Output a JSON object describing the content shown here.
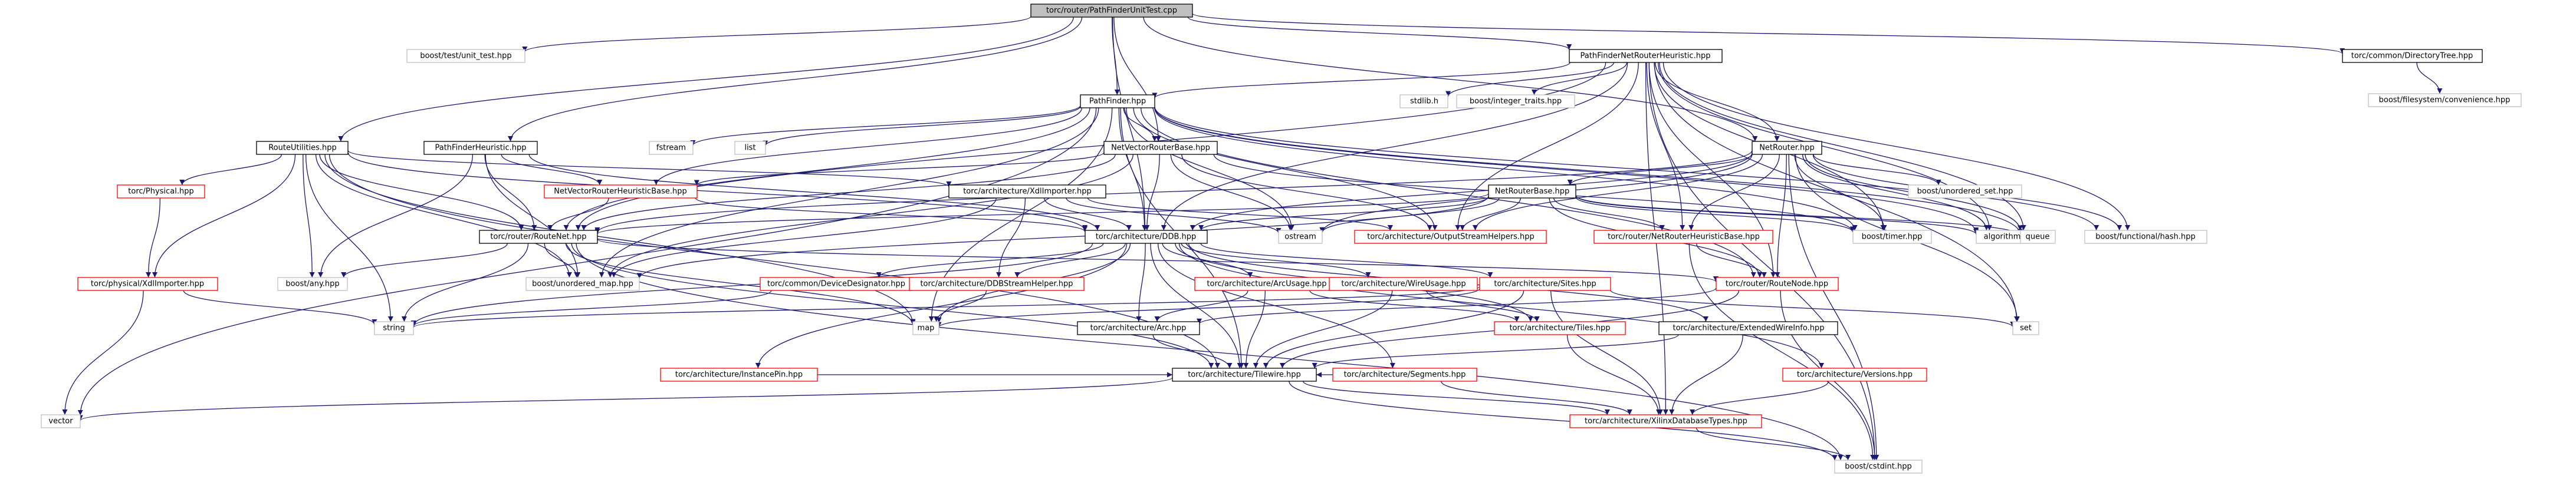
{
  "diagram": {
    "kind": "include-dependency-graph",
    "colors": {
      "edge": "#191970",
      "root_fill": "#bfbfbf",
      "documented_border": "#000000",
      "undocumented_border": "#ff0000",
      "external_border": "#bfbfbf"
    },
    "nodes": [
      {
        "id": "root",
        "label": "torc/router/PathFinderUnitTest.cpp",
        "style": "root"
      },
      {
        "id": "unit_test",
        "label": "boost/test/unit_test.hpp",
        "style": "ext"
      },
      {
        "id": "pfnrh",
        "label": "PathFinderNetRouterHeuristic.hpp",
        "style": "plain"
      },
      {
        "id": "dirtree",
        "label": "torc/common/DirectoryTree.hpp",
        "style": "plain"
      },
      {
        "id": "fsconv",
        "label": "boost/filesystem/convenience.hpp",
        "style": "ext"
      },
      {
        "id": "stdlib",
        "label": "stdlib.h",
        "style": "ext"
      },
      {
        "id": "inttraits",
        "label": "boost/integer_traits.hpp",
        "style": "ext"
      },
      {
        "id": "pathfinder",
        "label": "PathFinder.hpp",
        "style": "plain"
      },
      {
        "id": "routeutil",
        "label": "RouteUtilities.hpp",
        "style": "plain"
      },
      {
        "id": "pfheur",
        "label": "PathFinderHeuristic.hpp",
        "style": "plain"
      },
      {
        "id": "fstream",
        "label": "fstream",
        "style": "ext"
      },
      {
        "id": "list",
        "label": "list",
        "style": "ext"
      },
      {
        "id": "nvrb",
        "label": "NetVectorRouterBase.hpp",
        "style": "plain"
      },
      {
        "id": "netrouter",
        "label": "NetRouter.hpp",
        "style": "plain"
      },
      {
        "id": "physical",
        "label": "torc/Physical.hpp",
        "style": "red"
      },
      {
        "id": "nvrhb",
        "label": "NetVectorRouterHeuristicBase.hpp",
        "style": "red"
      },
      {
        "id": "xdlimp",
        "label": "torc/architecture/XdlImporter.hpp",
        "style": "plain"
      },
      {
        "id": "netrouterbase",
        "label": "NetRouterBase.hpp",
        "style": "plain"
      },
      {
        "id": "unordset",
        "label": "boost/unordered_set.hpp",
        "style": "ext"
      },
      {
        "id": "routenet",
        "label": "torc/router/RouteNet.hpp",
        "style": "plain"
      },
      {
        "id": "physxdl",
        "label": "torc/physical/XdlImporter.hpp",
        "style": "red"
      },
      {
        "id": "anyhpp",
        "label": "boost/any.hpp",
        "style": "ext"
      },
      {
        "id": "unordmap",
        "label": "boost/unordered_map.hpp",
        "style": "ext"
      },
      {
        "id": "ddb",
        "label": "torc/architecture/DDB.hpp",
        "style": "plain"
      },
      {
        "id": "ostream",
        "label": "ostream",
        "style": "ext"
      },
      {
        "id": "osh",
        "label": "torc/architecture/OutputStreamHelpers.hpp",
        "style": "red"
      },
      {
        "id": "nrhb",
        "label": "torc/router/NetRouterHeuristicBase.hpp",
        "style": "red"
      },
      {
        "id": "timer",
        "label": "boost/timer.hpp",
        "style": "ext"
      },
      {
        "id": "algorithm",
        "label": "algorithm",
        "style": "ext"
      },
      {
        "id": "queue",
        "label": "queue",
        "style": "ext"
      },
      {
        "id": "funchash",
        "label": "boost/functional/hash.hpp",
        "style": "ext"
      },
      {
        "id": "devdes",
        "label": "torc/common/DeviceDesignator.hpp",
        "style": "red"
      },
      {
        "id": "ddbsh",
        "label": "torc/architecture/DDBStreamHelper.hpp",
        "style": "red"
      },
      {
        "id": "arcusage",
        "label": "torc/architecture/ArcUsage.hpp",
        "style": "red"
      },
      {
        "id": "wireusage",
        "label": "torc/architecture/WireUsage.hpp",
        "style": "red"
      },
      {
        "id": "sites",
        "label": "torc/architecture/Sites.hpp",
        "style": "red"
      },
      {
        "id": "routenode",
        "label": "torc/router/RouteNode.hpp",
        "style": "red"
      },
      {
        "id": "string",
        "label": "string",
        "style": "ext"
      },
      {
        "id": "map",
        "label": "map",
        "style": "ext"
      },
      {
        "id": "set",
        "label": "set",
        "style": "ext"
      },
      {
        "id": "instpin",
        "label": "torc/architecture/InstancePin.hpp",
        "style": "red"
      },
      {
        "id": "arc",
        "label": "torc/architecture/Arc.hpp",
        "style": "plain"
      },
      {
        "id": "segments",
        "label": "torc/architecture/Segments.hpp",
        "style": "red"
      },
      {
        "id": "tiles",
        "label": "torc/architecture/Tiles.hpp",
        "style": "red"
      },
      {
        "id": "extwire",
        "label": "torc/architecture/ExtendedWireInfo.hpp",
        "style": "plain"
      },
      {
        "id": "tilewire",
        "label": "torc/architecture/Tilewire.hpp",
        "style": "plain"
      },
      {
        "id": "versions",
        "label": "torc/architecture/Versions.hpp",
        "style": "red"
      },
      {
        "id": "vector",
        "label": "vector",
        "style": "ext"
      },
      {
        "id": "xdbt",
        "label": "torc/architecture/XilinxDatabaseTypes.hpp",
        "style": "red"
      },
      {
        "id": "cstdint",
        "label": "boost/cstdint.hpp",
        "style": "ext"
      }
    ],
    "edges": [
      [
        "root",
        "unit_test"
      ],
      [
        "root",
        "pfnrh"
      ],
      [
        "root",
        "dirtree"
      ],
      [
        "root",
        "pathfinder"
      ],
      [
        "root",
        "routeutil"
      ],
      [
        "root",
        "pfheur"
      ],
      [
        "root",
        "netrouter"
      ],
      [
        "root",
        "ddb"
      ],
      [
        "root",
        "nvrb"
      ],
      [
        "dirtree",
        "fsconv"
      ],
      [
        "pfnrh",
        "pathfinder"
      ],
      [
        "pfnrh",
        "stdlib"
      ],
      [
        "pfnrh",
        "inttraits"
      ],
      [
        "pfnrh",
        "netrouter"
      ],
      [
        "pfnrh",
        "nrhb"
      ],
      [
        "pfnrh",
        "routenet"
      ],
      [
        "pfnrh",
        "ddb"
      ],
      [
        "pfnrh",
        "routenode"
      ],
      [
        "pfnrh",
        "queue"
      ],
      [
        "pfnrh",
        "algorithm"
      ],
      [
        "pfnrh",
        "funchash"
      ],
      [
        "pfnrh",
        "timer"
      ],
      [
        "pfnrh",
        "set"
      ],
      [
        "pfnrh",
        "cstdint"
      ],
      [
        "pfnrh",
        "xdbt"
      ],
      [
        "pfnrh",
        "osh"
      ],
      [
        "pathfinder",
        "fstream"
      ],
      [
        "pathfinder",
        "list"
      ],
      [
        "pathfinder",
        "nvrb"
      ],
      [
        "pathfinder",
        "nvrhb"
      ],
      [
        "pathfinder",
        "routenet"
      ],
      [
        "pathfinder",
        "ddb"
      ],
      [
        "pathfinder",
        "ostream"
      ],
      [
        "pathfinder",
        "osh"
      ],
      [
        "pathfinder",
        "timer"
      ],
      [
        "pathfinder",
        "algorithm"
      ],
      [
        "pathfinder",
        "queue"
      ],
      [
        "pathfinder",
        "funchash"
      ],
      [
        "pathfinder",
        "unordmap"
      ],
      [
        "pathfinder",
        "vector"
      ],
      [
        "pathfinder",
        "routenode"
      ],
      [
        "pathfinder",
        "tilewire"
      ],
      [
        "pathfinder",
        "map"
      ],
      [
        "routeutil",
        "physical"
      ],
      [
        "routeutil",
        "routenet"
      ],
      [
        "routeutil",
        "xdlimp"
      ],
      [
        "routeutil",
        "ddb"
      ],
      [
        "routeutil",
        "string"
      ],
      [
        "routeutil",
        "anyhpp"
      ],
      [
        "routeutil",
        "unordmap"
      ],
      [
        "routeutil",
        "tilewire"
      ],
      [
        "routeutil",
        "map"
      ],
      [
        "routeutil",
        "physxdl"
      ],
      [
        "pfheur",
        "nvrhb"
      ],
      [
        "pfheur",
        "routenet"
      ],
      [
        "pfheur",
        "ddb"
      ],
      [
        "pfheur",
        "anyhpp"
      ],
      [
        "pfheur",
        "unordmap"
      ],
      [
        "nvrb",
        "routenet"
      ],
      [
        "nvrb",
        "ddb"
      ],
      [
        "nvrb",
        "ostream"
      ],
      [
        "nvrb",
        "osh"
      ],
      [
        "nvrb",
        "timer"
      ],
      [
        "nvrb",
        "unordmap"
      ],
      [
        "nvrb",
        "nvrhb"
      ],
      [
        "netrouter",
        "netrouterbase"
      ],
      [
        "netrouter",
        "nrhb"
      ],
      [
        "netrouter",
        "routenet"
      ],
      [
        "netrouter",
        "ddb"
      ],
      [
        "netrouter",
        "ostream"
      ],
      [
        "netrouter",
        "osh"
      ],
      [
        "netrouter",
        "timer"
      ],
      [
        "netrouter",
        "unordset"
      ],
      [
        "netrouter",
        "algorithm"
      ],
      [
        "netrouter",
        "queue"
      ],
      [
        "netrouter",
        "funchash"
      ],
      [
        "netrouter",
        "routenode"
      ],
      [
        "netrouter",
        "set"
      ],
      [
        "netrouter",
        "cstdint"
      ],
      [
        "netrouterbase",
        "nrhb"
      ],
      [
        "netrouterbase",
        "routenet"
      ],
      [
        "netrouterbase",
        "ddb"
      ],
      [
        "netrouterbase",
        "ostream"
      ],
      [
        "netrouterbase",
        "osh"
      ],
      [
        "netrouterbase",
        "timer"
      ],
      [
        "netrouterbase",
        "unordmap"
      ],
      [
        "netrouterbase",
        "routenode"
      ],
      [
        "netrouterbase",
        "algorithm"
      ],
      [
        "netrouterbase",
        "queue"
      ],
      [
        "physical",
        "physxdl"
      ],
      [
        "physxdl",
        "string"
      ],
      [
        "physxdl",
        "vector"
      ],
      [
        "nvrhb",
        "routenet"
      ],
      [
        "nvrhb",
        "ddb"
      ],
      [
        "xdlimp",
        "ddb"
      ],
      [
        "xdlimp",
        "ddbsh"
      ],
      [
        "xdlimp",
        "unordmap"
      ],
      [
        "xdlimp",
        "ostream"
      ],
      [
        "xdlimp",
        "osh"
      ],
      [
        "routenet",
        "anyhpp"
      ],
      [
        "routenet",
        "unordmap"
      ],
      [
        "routenet",
        "string"
      ],
      [
        "routenet",
        "routenode"
      ],
      [
        "routenet",
        "tilewire"
      ],
      [
        "routenet",
        "map"
      ],
      [
        "routenet",
        "cstdint"
      ],
      [
        "ddb",
        "devdes"
      ],
      [
        "ddb",
        "ddbsh"
      ],
      [
        "ddb",
        "arcusage"
      ],
      [
        "ddb",
        "wireusage"
      ],
      [
        "ddb",
        "sites"
      ],
      [
        "ddb",
        "tiles"
      ],
      [
        "ddb",
        "segments"
      ],
      [
        "ddb",
        "versions"
      ],
      [
        "ddb",
        "arc"
      ],
      [
        "ddb",
        "tilewire"
      ],
      [
        "ddb",
        "string"
      ],
      [
        "ddb",
        "map"
      ],
      [
        "ddb",
        "instpin"
      ],
      [
        "ddb",
        "extwire"
      ],
      [
        "nrhb",
        "routenode"
      ],
      [
        "nrhb",
        "cstdint"
      ],
      [
        "devdes",
        "string"
      ],
      [
        "ddbsh",
        "map"
      ],
      [
        "arcusage",
        "arc"
      ],
      [
        "arcusage",
        "tiles"
      ],
      [
        "arcusage",
        "tilewire"
      ],
      [
        "wireusage",
        "tilewire"
      ],
      [
        "wireusage",
        "tiles"
      ],
      [
        "sites",
        "string"
      ],
      [
        "sites",
        "map"
      ],
      [
        "sites",
        "xdbt"
      ],
      [
        "sites",
        "set"
      ],
      [
        "sites",
        "tilewire"
      ],
      [
        "routenode",
        "arc"
      ],
      [
        "routenode",
        "tilewire"
      ],
      [
        "routenode",
        "cstdint"
      ],
      [
        "instpin",
        "tilewire"
      ],
      [
        "arc",
        "tilewire"
      ],
      [
        "segments",
        "tilewire"
      ],
      [
        "segments",
        "xdbt"
      ],
      [
        "tiles",
        "xdbt"
      ],
      [
        "extwire",
        "tilewire"
      ],
      [
        "extwire",
        "xdbt"
      ],
      [
        "versions",
        "xdbt"
      ],
      [
        "tilewire",
        "vector"
      ],
      [
        "tilewire",
        "xdbt"
      ],
      [
        "tilewire",
        "cstdint"
      ],
      [
        "xdbt",
        "cstdint"
      ]
    ]
  }
}
